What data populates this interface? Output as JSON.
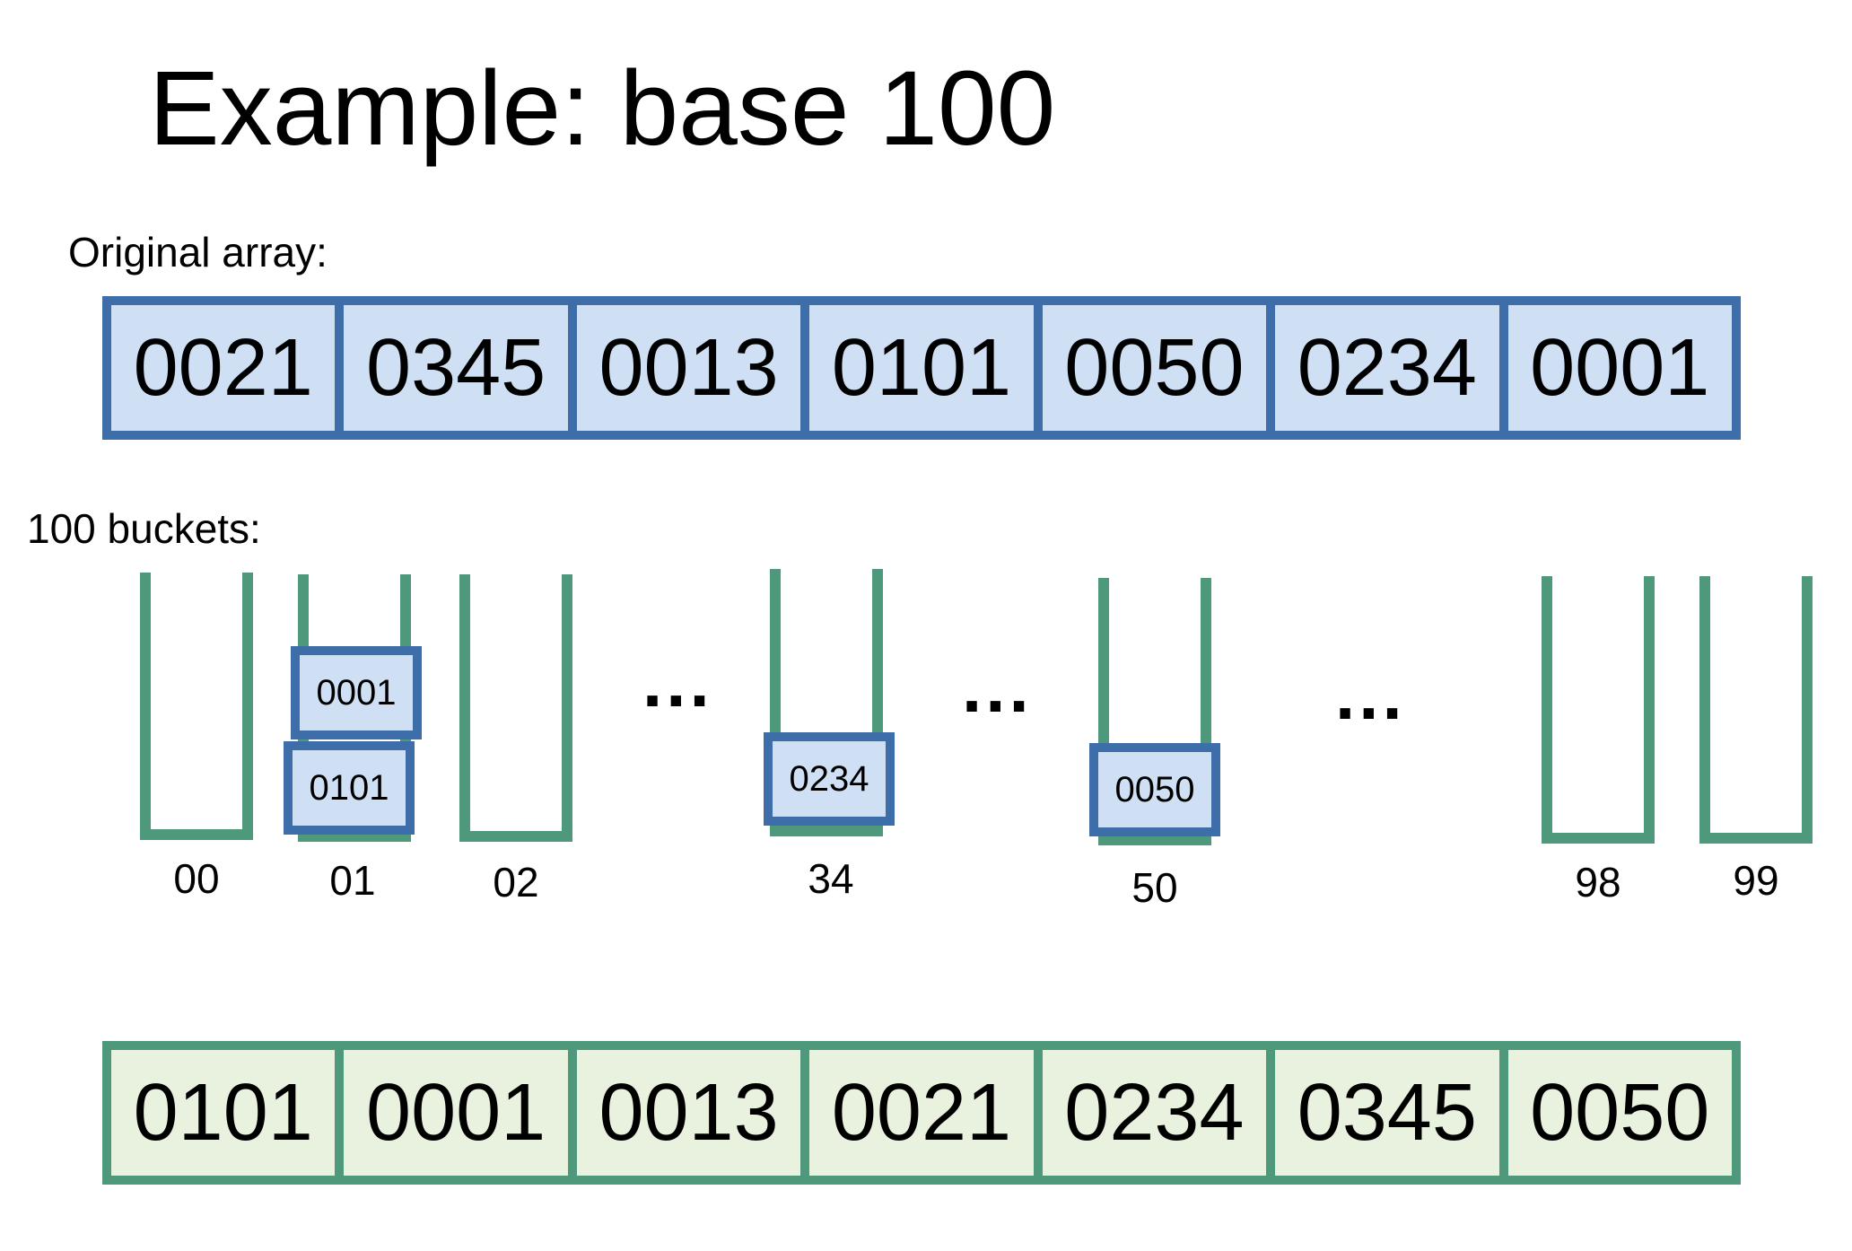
{
  "title": "Example: base 100",
  "original_label": "Original array:",
  "buckets_label": "100 buckets:",
  "original_array": [
    "0021",
    "0345",
    "0013",
    "0101",
    "0050",
    "0234",
    "0001"
  ],
  "sorted_array": [
    "0101",
    "0001",
    "0013",
    "0021",
    "0234",
    "0345",
    "0050"
  ],
  "buckets": [
    {
      "label": "00",
      "items": []
    },
    {
      "label": "01",
      "items": [
        "0001",
        "0101"
      ]
    },
    {
      "label": "02",
      "items": []
    },
    {
      "label": "34",
      "items": [
        "0234"
      ]
    },
    {
      "label": "50",
      "items": [
        "0050"
      ]
    },
    {
      "label": "98",
      "items": []
    },
    {
      "label": "99",
      "items": []
    }
  ],
  "ellipsis": "...",
  "colors": {
    "blue_border": "#3d6ea9",
    "blue_fill": "#cfe0f4",
    "green_border": "#4e997c",
    "green_fill": "#e9f2df"
  }
}
